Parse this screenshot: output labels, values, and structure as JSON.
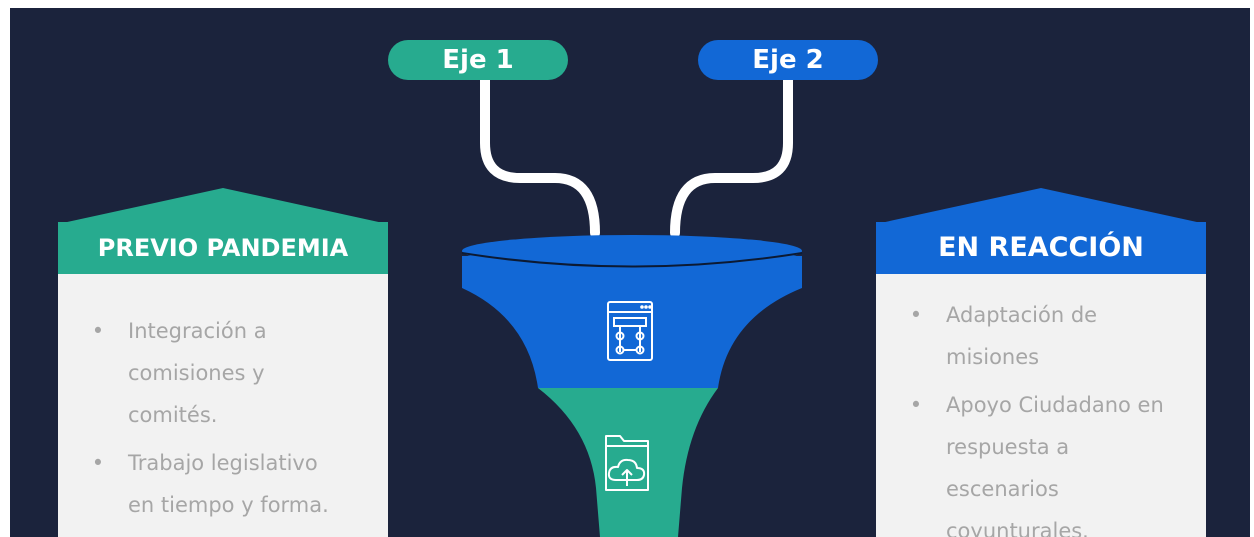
{
  "axes": [
    {
      "label": "Eje 1",
      "color": "#27ab8f"
    },
    {
      "label": "Eje 2",
      "color": "#1268d6"
    }
  ],
  "left_panel": {
    "title": "PREVIO PANDEMIA",
    "color": "#27ab8f",
    "items": [
      "Integración a comisiones y comités.",
      "Trabajo legislativo en tiempo y forma."
    ]
  },
  "right_panel": {
    "title": "EN REACCIÓN",
    "color": "#1268d6",
    "items": [
      "Adaptación de misiones",
      "Apoyo Ciudadano en respuesta a escenarios coyunturales."
    ]
  },
  "funnel": {
    "top_color": "#1268d6",
    "bottom_color": "#27ab8f",
    "icons": [
      "sitemap-window-icon",
      "cloud-upload-folder-icon"
    ]
  },
  "colors": {
    "background": "#1b233c",
    "card": "#f2f2f2",
    "bullet_text": "#a6a6a6"
  }
}
